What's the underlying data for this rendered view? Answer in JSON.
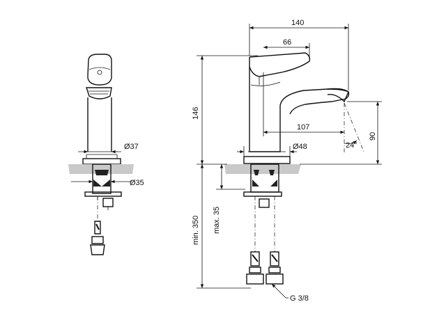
{
  "side_view": {
    "dim_diameter_body": "Ø37",
    "dim_diameter_mount": "Ø35"
  },
  "front_view": {
    "dim_overall_length": "140",
    "dim_handle_length": "66",
    "dim_spout_reach": "107",
    "dim_overall_height": "146",
    "dim_spout_height": "90",
    "dim_spray_angle": "24°",
    "dim_base_diameter": "Ø48",
    "dim_deck_thickness": "max. 35",
    "dim_hose_length": "min. 350",
    "label_connection": "G 3/8"
  }
}
